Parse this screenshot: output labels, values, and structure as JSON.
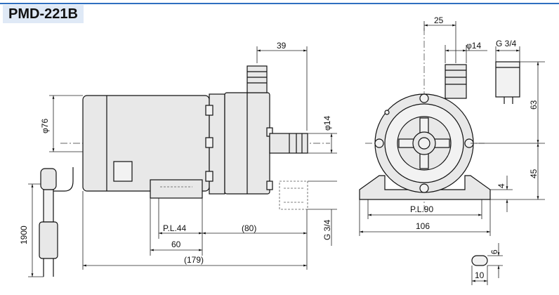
{
  "title": "PMD-221B",
  "dimensions": {
    "d39": "39",
    "d76": "φ76",
    "d14_side": "φ14",
    "pl44": "P.L.44",
    "d80": "(80)",
    "g34_side": "G 3/4",
    "d60": "60",
    "d179": "(179)",
    "d1900": "1900",
    "d25": "25",
    "d14_front": "φ14",
    "g34_front": "G 3/4",
    "d63": "63",
    "d45": "45",
    "d4": "4",
    "pl90": "P.L.90",
    "d106": "106",
    "d6": "6",
    "d10": "10"
  },
  "colors": {
    "accent": "#2f6fc0",
    "title_bg": "#dfe9f6",
    "body_fill": "#e8e8e8"
  }
}
